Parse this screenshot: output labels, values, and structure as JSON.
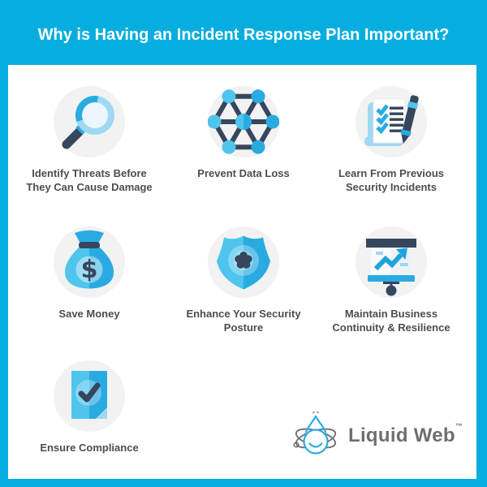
{
  "header": {
    "title": "Why is Having an Incident Response Plan Important?"
  },
  "items": [
    {
      "id": "identify-threats",
      "icon": "magnifier-icon",
      "label": "Identify Threats Before\nThey Can Cause Damage"
    },
    {
      "id": "prevent-data-loss",
      "icon": "network-icon",
      "label": "Prevent Data Loss"
    },
    {
      "id": "learn-from-incidents",
      "icon": "checklist-pencil-icon",
      "label": "Learn From Previous\nSecurity Incidents"
    },
    {
      "id": "save-money",
      "icon": "money-bag-icon",
      "label": "Save Money",
      "currency_symbol": "$"
    },
    {
      "id": "security-posture",
      "icon": "security-badge-icon",
      "label": "Enhance Your Security\nPosture"
    },
    {
      "id": "business-continuity",
      "icon": "presentation-chart-icon",
      "label": "Maintain Business\nContinuity & Resilience"
    },
    {
      "id": "ensure-compliance",
      "icon": "document-check-icon",
      "label": "Ensure Compliance"
    }
  ],
  "logo": {
    "brand": "Liquid Web",
    "trademark": "™"
  },
  "colors": {
    "background_cyan": "#06AEDF",
    "panel_white": "#FFFFFF",
    "icon_circle_gray": "#F2F2F3",
    "label_gray": "#4D4D4D",
    "icon_navy": "#36465C",
    "icon_cyan": "#29ABE2",
    "icon_cyan_dark": "#1FA3DC",
    "icon_cyan_light": "#4FC4EC",
    "icon_blue_pale": "#9FD8F2",
    "lens_blue": "#EAF6FC",
    "logo_gray": "#6D6E71"
  }
}
